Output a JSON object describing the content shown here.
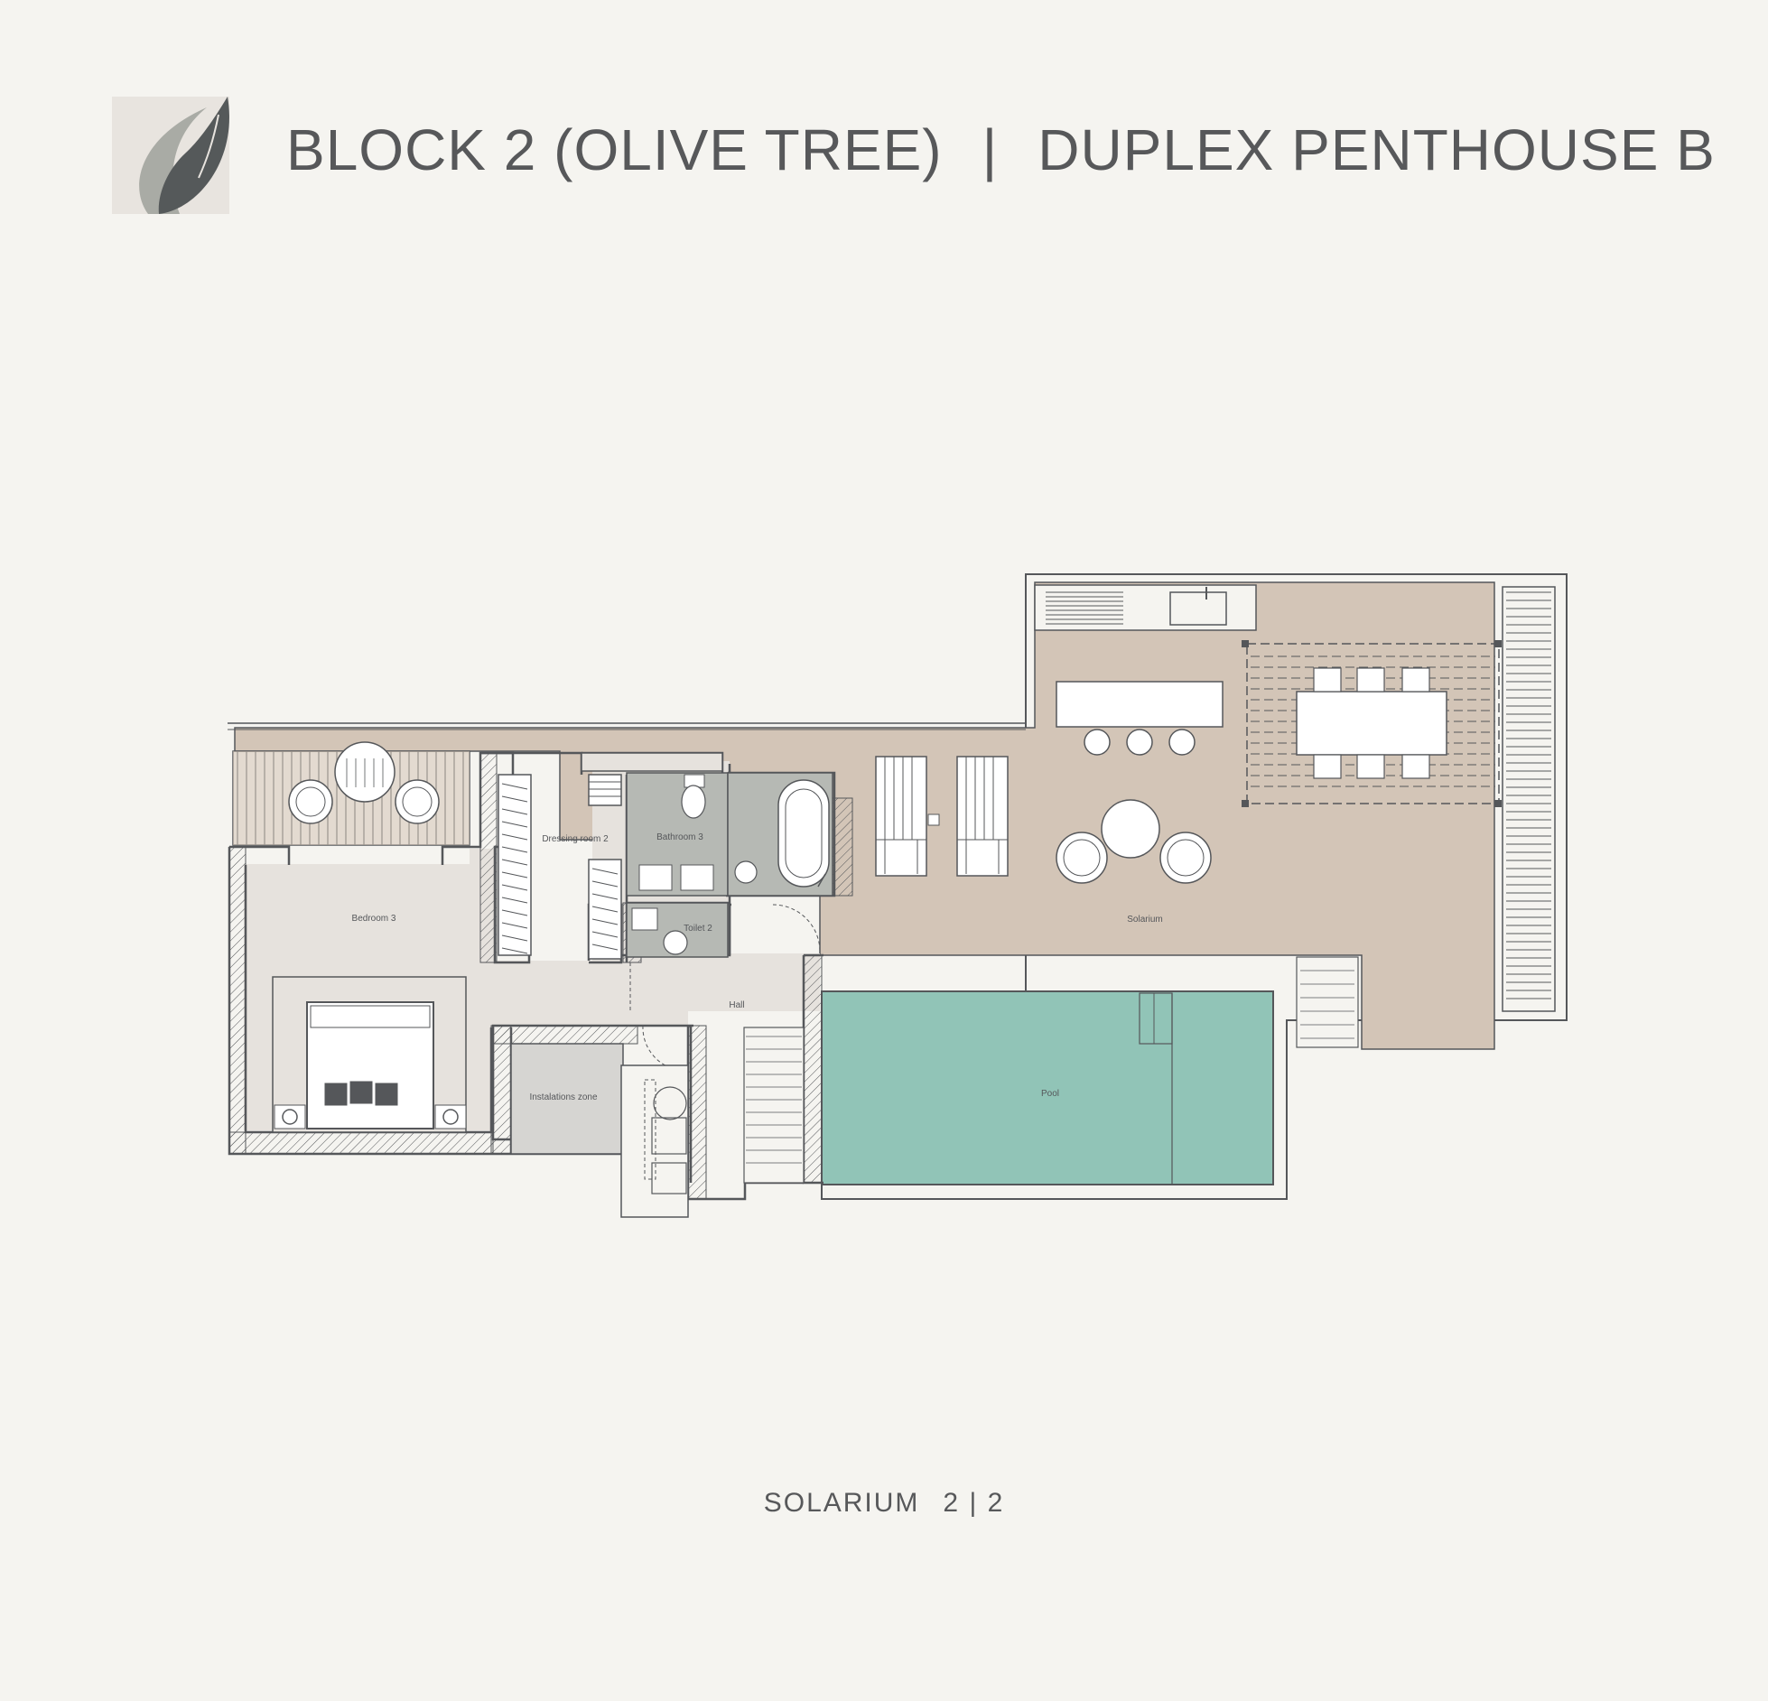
{
  "header": {
    "title_left": "BLOCK 2 (OLIVE TREE)",
    "title_separator": "|",
    "title_right": "DUPLEX PENTHOUSE B"
  },
  "logo": {
    "icon": "leaf-logo-icon"
  },
  "rooms": {
    "bedroom3": "Bedroom 3",
    "dressing2": "Dressing room 2",
    "bathroom3": "Bathroom 3",
    "toilet2": "Toilet 2",
    "hall": "Hall",
    "installations": "Instalations zone",
    "solarium": "Solarium",
    "pool": "Pool"
  },
  "footer": {
    "level_label": "SOLARIUM",
    "page_indicator": "2 | 2"
  },
  "colors": {
    "background": "#f5f4f0",
    "terrace": "#d3c5b7",
    "interior": "#e6e2dd",
    "bathroom": "#b6b9b4",
    "installations": "#d6d5d2",
    "pool": "#91c4b7",
    "wall": "#55575a",
    "text": "#57585a"
  }
}
